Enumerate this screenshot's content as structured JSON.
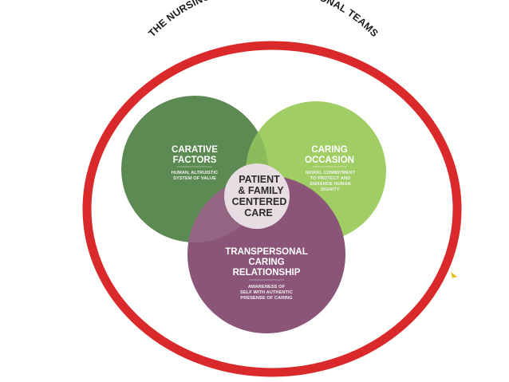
{
  "outer": {
    "arc_label": "THE NURSING AND INTERPROFESSIONAL TEAMS",
    "ring_color": "#d9292b"
  },
  "circles": {
    "carative": {
      "title_1": "CARATIVE",
      "title_2": "FACTORS",
      "sub_1": "HUMAN, ALTRUISTIC",
      "sub_2": "SYSTEM OF VALUE",
      "color": "#5b8a52"
    },
    "caring": {
      "title_1": "CARING",
      "title_2": "OCCASION",
      "sub_1": "MORAL COMMITMENT",
      "sub_2": "TO PROTECT AND",
      "sub_3": "ENHANCE HUMAN",
      "sub_4": "DIGNITY",
      "color": "#9ccc5e"
    },
    "transpersonal": {
      "title_1": "TRANSPERSONAL",
      "title_2": "CARING",
      "title_3": "RELATIONSHIP",
      "sub_1": "AWARENESS OF",
      "sub_2": "SELF WITH AUTHENTIC",
      "sub_3": "PRESENSE OF CARING",
      "color": "#8a5578"
    }
  },
  "center": {
    "line_1": "PATIENT",
    "line_2": "& FAMILY",
    "line_3": "CENTERED",
    "line_4": "CARE"
  }
}
